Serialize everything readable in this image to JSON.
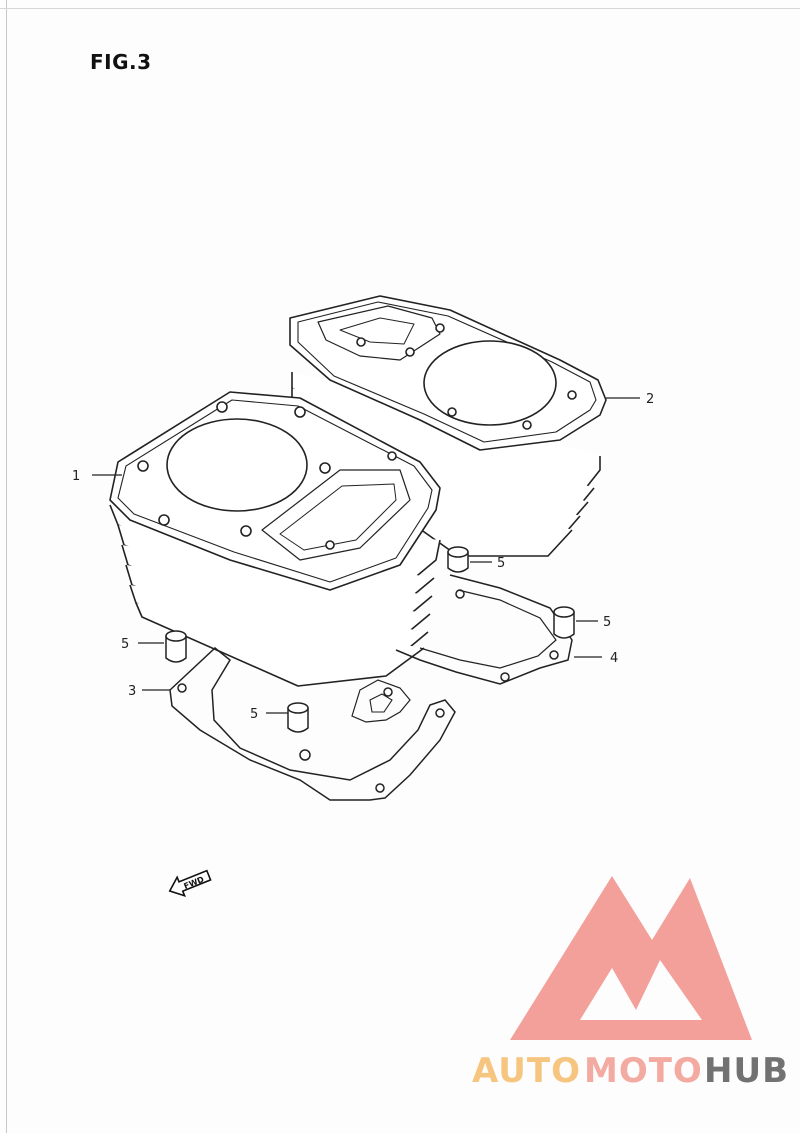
{
  "figure": {
    "title": "FIG.3"
  },
  "parts": [
    {
      "ref": "1"
    },
    {
      "ref": "2"
    },
    {
      "ref": "3"
    },
    {
      "ref": "4"
    },
    {
      "ref": "5"
    },
    {
      "ref": "5"
    },
    {
      "ref": "5"
    },
    {
      "ref": "5"
    }
  ],
  "direction_badge": "FWD",
  "watermark": {
    "part1": "AUTO",
    "part2": "MOTO",
    "part3": "HUB",
    "colors": {
      "auto": "#f6c47a",
      "moto": "#f3a69d",
      "hub": "#6b6b6b",
      "triangle": "#f39b95"
    }
  }
}
